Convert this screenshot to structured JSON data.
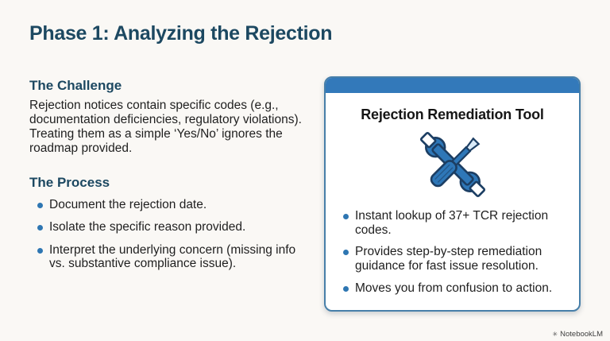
{
  "slide": {
    "title": "Phase 1: Analyzing the Rejection"
  },
  "challenge": {
    "heading": "The Challenge",
    "body": "Rejection notices contain specific codes (e.g., documentation deficiencies, regulatory violations). Treating them as a simple ‘Yes/No’ ignores the roadmap provided."
  },
  "process": {
    "heading": "The Process",
    "items": [
      "Document the rejection date.",
      "Isolate the specific reason provided.",
      "Interpret the underlying concern (missing info vs. substantive compliance issue)."
    ]
  },
  "card": {
    "title": "Rejection Remediation Tool",
    "icon": "wrench-screwdriver-icon",
    "items": [
      "Instant lookup of 37+ TCR rejection codes.",
      "Provides step-by-step remediation guidance for fast issue resolution.",
      "Moves you from confusion to action."
    ]
  },
  "watermark": {
    "icon_glyph": "✳",
    "label": "NotebookLM"
  },
  "colors": {
    "accent": "#2E76B2",
    "heading": "#1C4861",
    "card-border": "#477FA9",
    "card-header": "#3379BA",
    "bg": "#FAF8F5",
    "body-text": "#1F1F1F"
  }
}
